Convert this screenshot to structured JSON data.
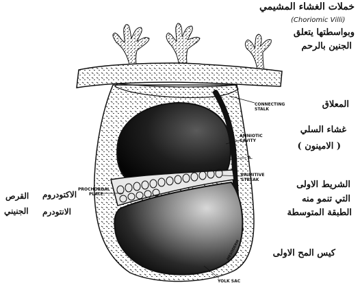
{
  "arabic_labels": {
    "villi_line1": "خملات الغشاء المشيمي",
    "villi_line3": "وبواسطتها يتعلق",
    "villi_line4": "الجنين بالرحم",
    "connecting_stalk": "المعلاق",
    "amnion_line1": "غشاء السلي",
    "amnion_line2": "( الامينون )",
    "primitive_streak_line1": "الشريط الاولى",
    "primitive_streak_line2": "التي تنمو منه",
    "primitive_streak_line3": "الطبقة المتوسطة",
    "yolk_sac": "كيس المح الاولى",
    "ectoderm": "الاكتودروم",
    "endoderm": "الانتودرم",
    "disc_line1": "القرص",
    "disc_line2": "الجنيني"
  },
  "english_labels": {
    "chorionic_villi": "(Choriomic Villi)",
    "connecting_stalk_1": "CONNECTING",
    "connecting_stalk_2": "STALK",
    "amniotic_1": "AMNIOTIC",
    "amniotic_2": "CAVITY",
    "a_mark": "A.",
    "primitive_1": "PRIMITIVE",
    "primitive_2": "STREAK",
    "prochordal_1": "PROCHORDAL",
    "prochordal_2": "PLATE",
    "yolk_sac": "YOLK SAC",
    "mesoderm": "MESODERM"
  }
}
